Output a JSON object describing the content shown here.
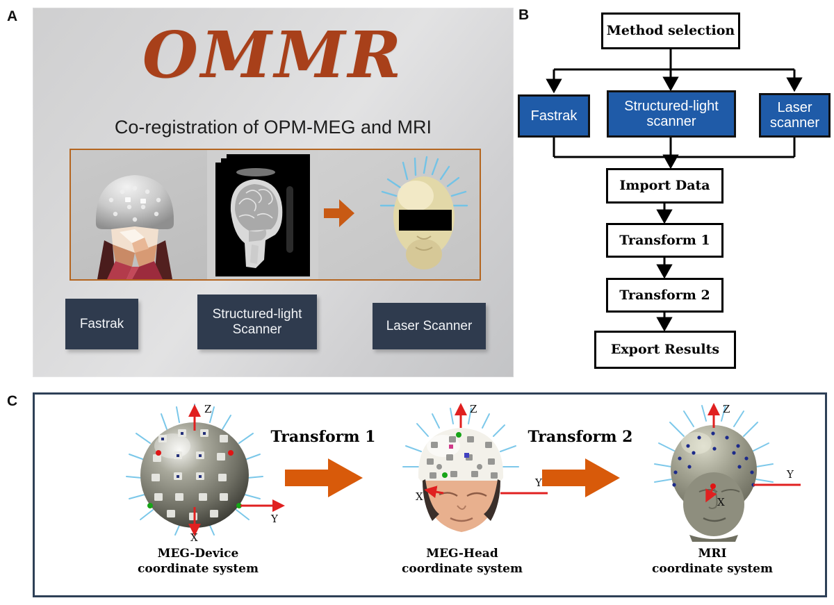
{
  "figure": {
    "panels": [
      {
        "letter": "A"
      },
      {
        "letter": "B"
      },
      {
        "letter": "C"
      }
    ]
  },
  "colors": {
    "logo_orange": "#a8401a",
    "flow_blue": "#1f5ba8",
    "chip_navy": "#2f3b4e",
    "arrow_orange": "#d85a0a",
    "panelc_border": "#2e4057",
    "strip_border": "#b4651f",
    "axis_red": "#e02020",
    "sensor_cyan": "#5fc8f0"
  },
  "panel_a": {
    "logo_word": "OMMR",
    "logo_subtitle": "Co-registration of OPM-MEG and MRI",
    "image_strip": {
      "cells": [
        {
          "name": "scanned-head-with-opm-helmet"
        },
        {
          "name": "mri-sagittal-slice-stack"
        },
        {
          "name": "co-registered-head-with-sensors"
        }
      ],
      "arrow": "right-arrow"
    },
    "method_chips": [
      {
        "label": "Fastrak"
      },
      {
        "label": "Structured-light\nScanner"
      },
      {
        "label": "Laser Scanner"
      }
    ]
  },
  "panel_b": {
    "nodes": [
      {
        "id": "method",
        "label": "Method selection",
        "style": "white"
      },
      {
        "id": "fastrak",
        "label": "Fastrak",
        "style": "blue"
      },
      {
        "id": "struct",
        "label": "Structured-light\nscanner",
        "style": "blue"
      },
      {
        "id": "laser",
        "label": "Laser\nscanner",
        "style": "blue"
      },
      {
        "id": "import",
        "label": "Import Data",
        "style": "white"
      },
      {
        "id": "t1",
        "label": "Transform 1",
        "style": "white"
      },
      {
        "id": "t2",
        "label": "Transform 2",
        "style": "white"
      },
      {
        "id": "export",
        "label": "Export Results",
        "style": "white"
      }
    ],
    "edges": [
      {
        "from": "method",
        "to": "fastrak"
      },
      {
        "from": "method",
        "to": "struct"
      },
      {
        "from": "method",
        "to": "laser"
      },
      {
        "from": "fastrak",
        "to": "import"
      },
      {
        "from": "struct",
        "to": "import"
      },
      {
        "from": "laser",
        "to": "import"
      },
      {
        "from": "import",
        "to": "t1"
      },
      {
        "from": "t1",
        "to": "t2"
      },
      {
        "from": "t2",
        "to": "export"
      }
    ]
  },
  "panel_c": {
    "stages": [
      {
        "id": "meg-device",
        "label": "MEG-Device\ncoordinate system",
        "axes": [
          "Z",
          "Y",
          "X"
        ],
        "viz": "opm-helmet-sensor-array"
      },
      {
        "id": "meg-head",
        "label": "MEG-Head\ncoordinate system",
        "axes": [
          "Z",
          "Y",
          "X"
        ],
        "viz": "subject-wearing-helmet"
      },
      {
        "id": "mri",
        "label": "MRI\ncoordinate system",
        "axes": [
          "Z",
          "Y",
          "X"
        ],
        "viz": "mri-head-surface-with-sensors"
      }
    ],
    "transforms": [
      {
        "label": "Transform 1",
        "arrow": "right-arrow"
      },
      {
        "label": "Transform 2",
        "arrow": "right-arrow"
      }
    ]
  }
}
